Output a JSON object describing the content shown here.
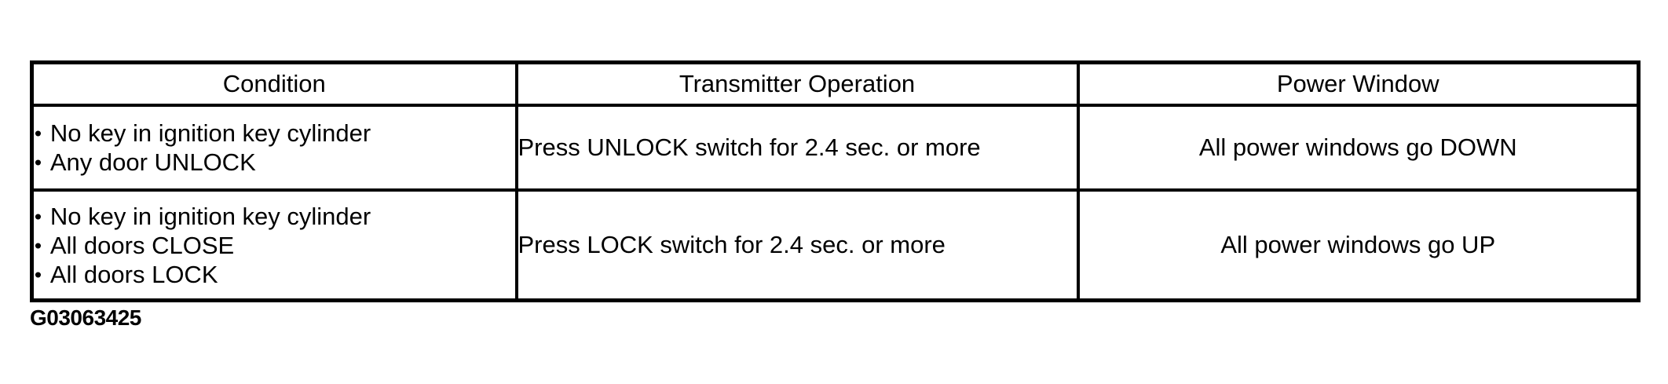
{
  "ui": {
    "bullet": "•"
  },
  "table": {
    "headers": [
      "Condition",
      "Transmitter Operation",
      "Power Window"
    ],
    "rows": [
      {
        "conditions": [
          "No key in ignition key cylinder",
          "Any door UNLOCK"
        ],
        "transmitter_operation": "Press UNLOCK switch for 2.4 sec. or more",
        "power_window": "All power windows go DOWN"
      },
      {
        "conditions": [
          "No key in ignition key cylinder",
          "All doors CLOSE",
          "All doors LOCK"
        ],
        "transmitter_operation": "Press LOCK switch for 2.4 sec. or more",
        "power_window": "All power windows go UP"
      }
    ]
  },
  "figure_id": "G03063425",
  "colors": {
    "border": "#000000",
    "background": "#ffffff",
    "text": "#000000"
  }
}
